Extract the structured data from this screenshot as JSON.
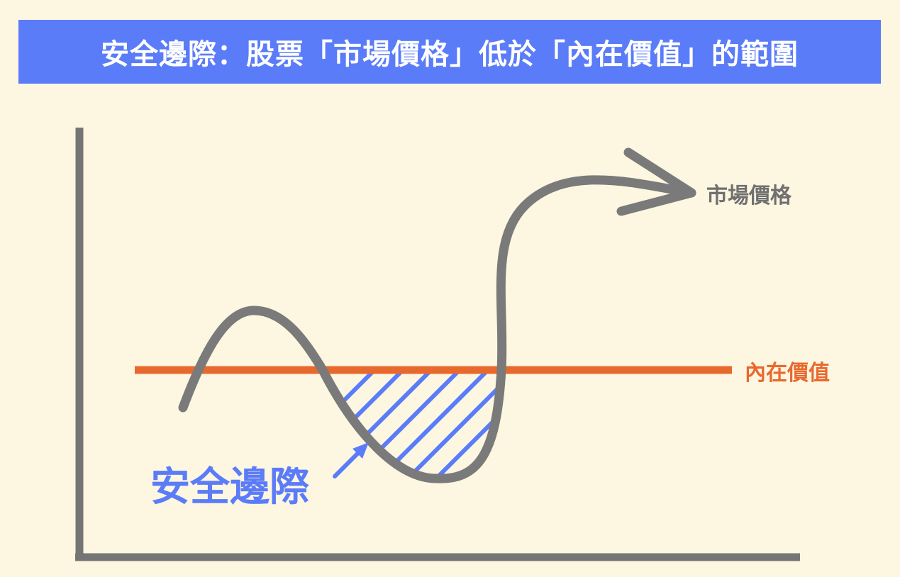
{
  "title": "安全邊際：股票「市場價格」低於「內在價值」的範圍",
  "labels": {
    "market_price": "市場價格",
    "intrinsic_value": "內在價值",
    "margin_of_safety": "安全邊際"
  },
  "colors": {
    "background": "#fdf6e1",
    "title_bar": "#5b7cf8",
    "title_text": "#ffffff",
    "axis": "#757575",
    "market_price_curve": "#7a7a7a",
    "intrinsic_value_line": "#e8692e",
    "margin_hatch": "#5b7cf8"
  }
}
